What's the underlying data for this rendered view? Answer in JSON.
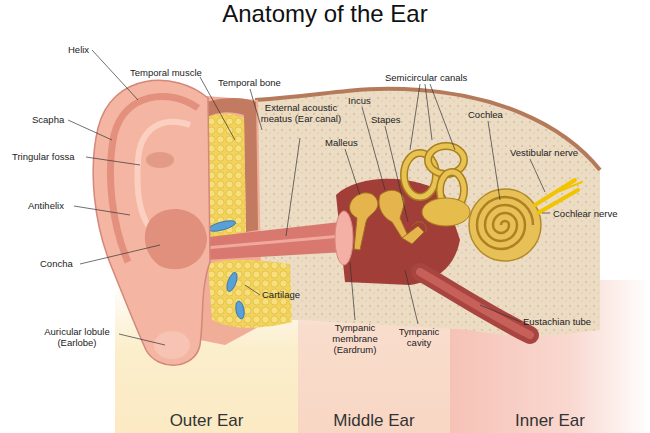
{
  "diagram": {
    "title": "Anatomy of the Ear",
    "nodes": [
      {
        "text": [
          "Outer Ear"
        ]
      },
      {
        "text": [
          "Middle Ear"
        ]
      },
      {
        "text": [
          "Inner Ear"
        ]
      }
    ],
    "labels": [
      "Helix",
      "Temporal muscle",
      "Temporal bone",
      "Semicircular canals",
      "Incus",
      "Stapes",
      "Cochlea",
      "External acoustic meatus (Ear canal)",
      "Scapha",
      "Malleus",
      "Vestibular nerve",
      "Tringular fossa",
      "Antihelix",
      "Cochlear nerve",
      "Concha",
      "Cartilage",
      "Tympanic membrane (Eardrum)",
      "Tympanic cavity",
      "Eustachian tube",
      "Auricular lobule (Earlobe)"
    ]
  }
}
